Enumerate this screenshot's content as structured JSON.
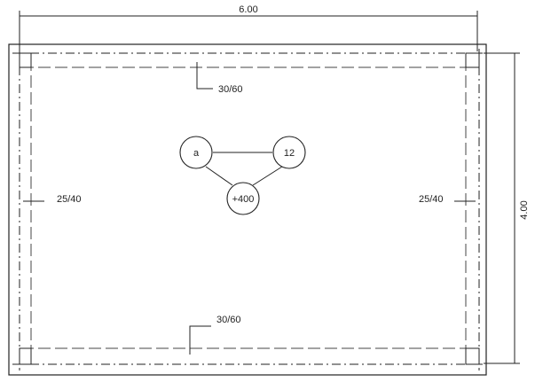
{
  "dimensions": {
    "width_label": "6.00",
    "height_label": "4.00"
  },
  "beams": {
    "top_label": "30/60",
    "bottom_label": "30/60",
    "left_label": "25/40",
    "right_label": "25/40"
  },
  "nodes": {
    "left": "a",
    "right": "12",
    "bottom": "+400"
  }
}
